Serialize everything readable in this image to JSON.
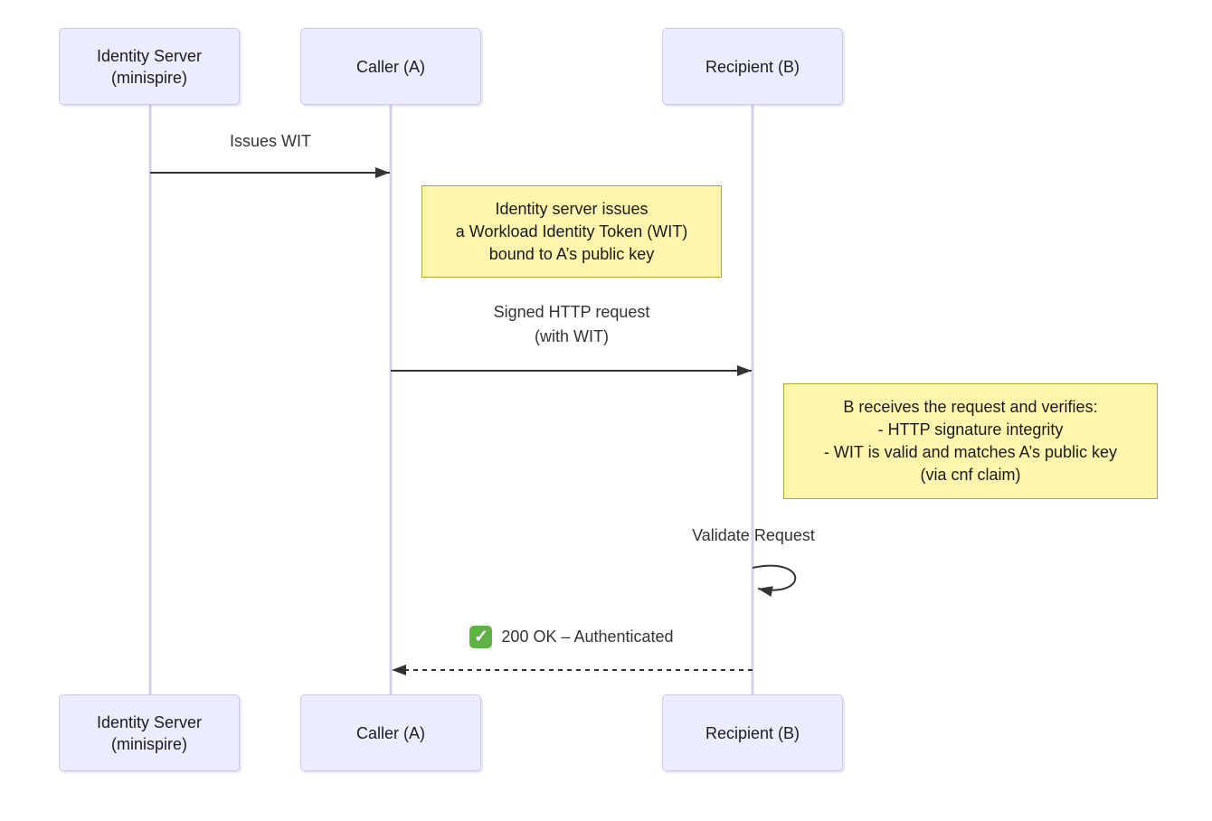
{
  "diagram": {
    "type": "sequence",
    "actors": [
      {
        "id": "identity-server",
        "lines": [
          "Identity Server",
          "(minispire)"
        ]
      },
      {
        "id": "caller",
        "lines": [
          "Caller (A)"
        ]
      },
      {
        "id": "recipient",
        "lines": [
          "Recipient (B)"
        ]
      }
    ],
    "messages": [
      {
        "from": "identity-server",
        "to": "caller",
        "line": "solid",
        "label": "Issues WIT"
      },
      {
        "from": "caller",
        "to": "recipient",
        "line": "solid",
        "label_lines": [
          "Signed HTTP request",
          "(with WIT)"
        ]
      },
      {
        "from": "recipient",
        "to": "recipient",
        "line": "self",
        "label": "Validate Request"
      },
      {
        "from": "recipient",
        "to": "caller",
        "line": "dashed",
        "icon": "white-check-mark",
        "icon_glyph": "✓",
        "label": "200 OK – Authenticated"
      }
    ],
    "notes": [
      {
        "position": "right of caller",
        "lines": [
          "Identity server issues",
          "a Workload Identity Token (WIT)",
          "bound to A’s public key"
        ]
      },
      {
        "position": "right of recipient",
        "lines": [
          "B receives the request and verifies:",
          "- HTTP signature integrity",
          "- WIT is valid and matches A’s public key",
          "(via cnf claim)"
        ]
      }
    ],
    "colors": {
      "actor_fill": "#ECECFF",
      "actor_border": "#cfc7e8",
      "lifeline": "#d6cfec",
      "note_fill": "#FFF5AD",
      "note_border": "#AAAA33",
      "arrow": "#333333",
      "message_text": "#333333",
      "check_green": "#5EB344"
    }
  }
}
